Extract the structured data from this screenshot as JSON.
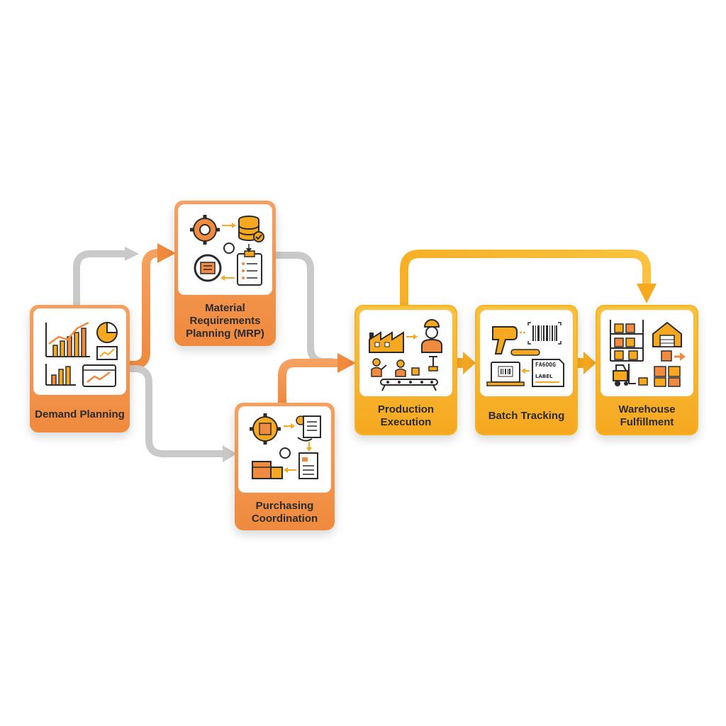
{
  "colors": {
    "orange": "#ef8a3e",
    "gold": "#f5a820",
    "gray": "#c9c9c9",
    "ink": "#2b2b2b"
  },
  "steps": {
    "demand_planning": {
      "label": "Demand Planning",
      "icon": "analytics-charts-icon"
    },
    "mrp": {
      "label": "Material Requirements Planning (MRP)",
      "icon": "gears-database-clipboard-icon"
    },
    "purchasing": {
      "label": "Purchasing Coordination",
      "icon": "gear-supplier-documents-icon"
    },
    "production": {
      "label": "Production Execution",
      "icon": "factory-workers-conveyor-icon"
    },
    "batch": {
      "label": "Batch Tracking",
      "icon": "barcode-scanner-label-icon"
    },
    "warehouse": {
      "label": "Warehouse Fulfillment",
      "icon": "shelves-forklift-boxes-icon"
    }
  },
  "label_texts": {
    "batch_tag": "FA6OOG",
    "batch_label": "LABEL"
  }
}
